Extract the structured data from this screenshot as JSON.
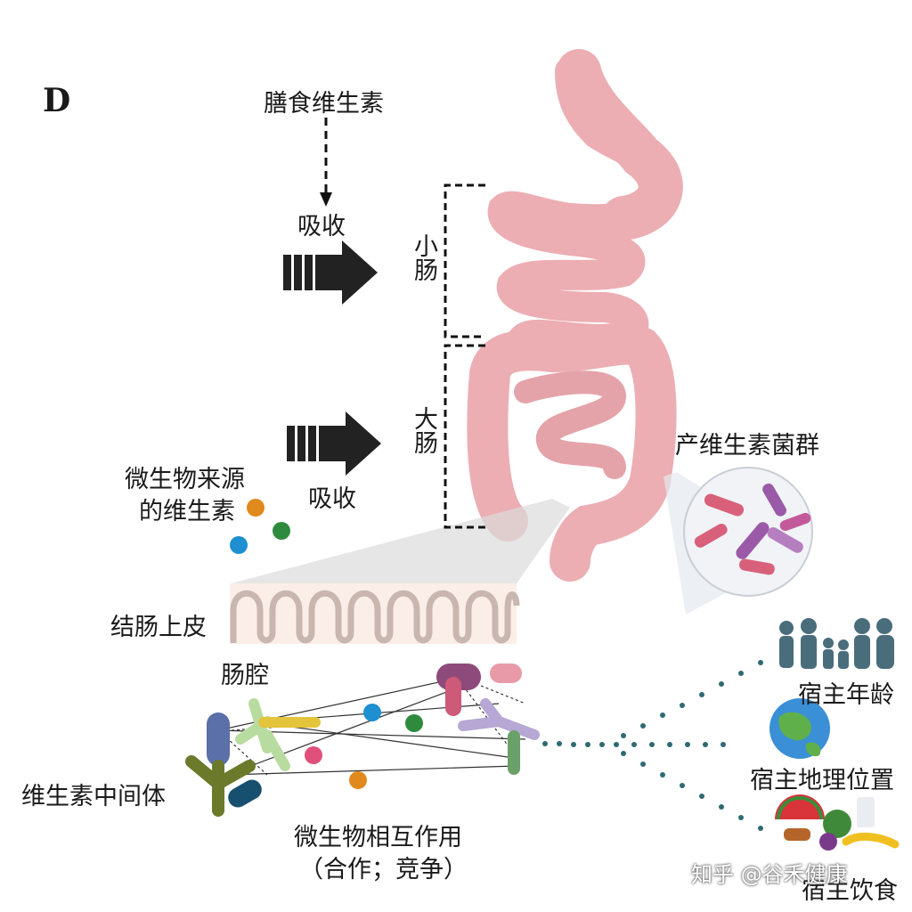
{
  "panel_label": "D",
  "labels": {
    "dietary": "膳食维生素",
    "absorb1": "吸收",
    "absorb2": "吸收",
    "small_intestine": "小肠",
    "large_intestine": "大肠",
    "microbial_source": "微生物来源",
    "microbial_source2": "的维生素",
    "producers": "产维生素菌群",
    "epithelium": "结肠上皮",
    "lumen": "肠腔",
    "intermediates": "维生素中间体",
    "interaction": "微生物相互作用",
    "interaction_sub": "（合作；竞争）",
    "host_age": "宿主年龄",
    "host_geo": "宿主地理位置",
    "host_diet": "宿主饮食"
  },
  "watermark": "知乎 @谷禾健康",
  "icons": [
    "gut-icon",
    "bacteria-icon",
    "people-icon",
    "globe-icon",
    "food-icon",
    "arrow-icon"
  ],
  "colors": {
    "gut": "#ecaeb3",
    "gut_outline": "#d99aa0",
    "arrow": "#222222",
    "ball_orange": "#e08a1e",
    "ball_green": "#2e8b3e",
    "ball_blue": "#1e8fd0",
    "ball_pink": "#e0507a"
  }
}
